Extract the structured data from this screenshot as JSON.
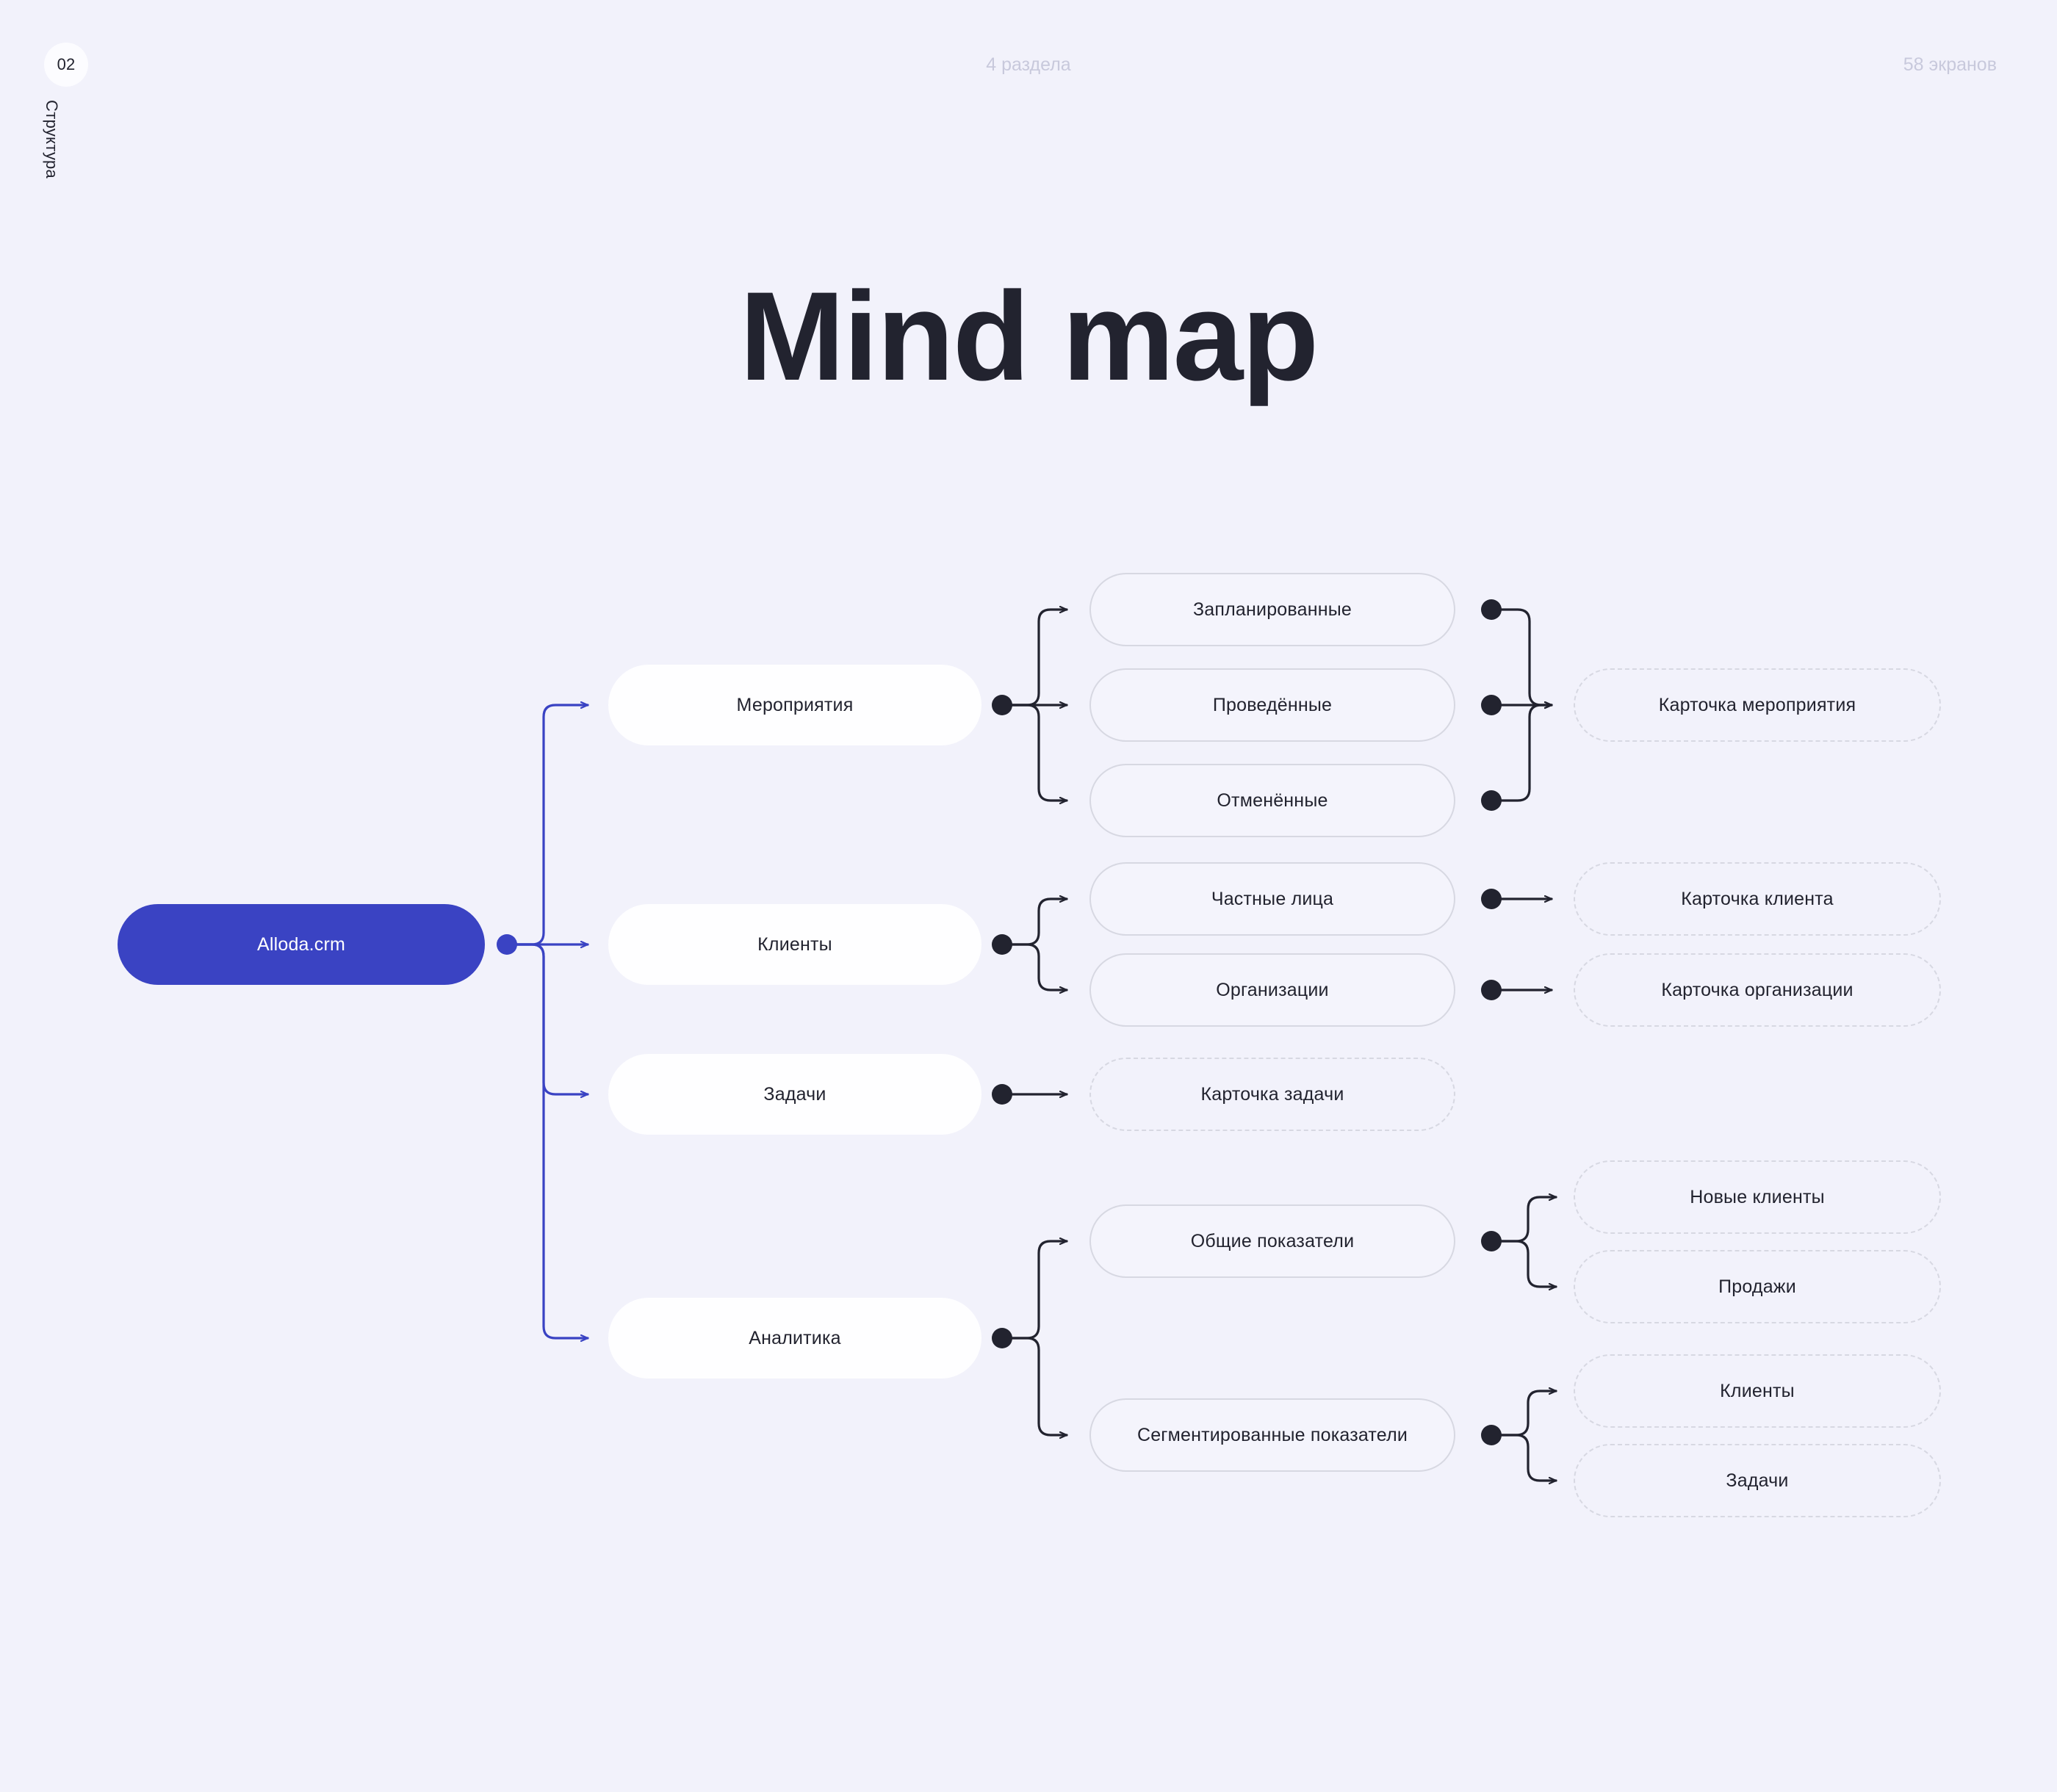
{
  "header": {
    "badge": "02",
    "side_label": "Структура",
    "center_note": "4 раздела",
    "right_note": "58 экранов"
  },
  "title": "Mind map",
  "colors": {
    "page_bg": "#f2f2fb",
    "root_blue": "#3a43c3",
    "ink": "#22232f",
    "muted": "#c8c9dc",
    "border": "#d7d8e2",
    "node_white": "#fefeff"
  },
  "mindmap": {
    "root": {
      "label": "Alloda.crm"
    },
    "nodes": {
      "meropriyatiya": "Мероприятия",
      "zaplanirovannye": "Запланированные",
      "provedennye": "Проведённые",
      "otmenennye": "Отменённые",
      "kartochka_meropriyatiya": "Карточка мероприятия",
      "klienty": "Клиенты",
      "chastnye_lica": "Частные лица",
      "organizacii": "Организации",
      "kartochka_klienta": "Карточка клиента",
      "kartochka_organizacii": "Карточка организации",
      "zadachi": "Задачи",
      "kartochka_zadachi": "Карточка задачи",
      "analitika": "Аналитика",
      "obshchie_pokazateli": "Общие показатели",
      "segmentirovannye_pokazateli": "Сегментированные показатели",
      "novye_klienty": "Новые клиенты",
      "prodazhi": "Продажи",
      "an_klienty": "Клиенты",
      "an_zadachi": "Задачи"
    }
  },
  "chart_data": {
    "type": "diagram",
    "title": "Mind map",
    "layout": "left-to-right tree",
    "levels": [
      "root",
      "section",
      "subsection",
      "screen"
    ],
    "tree": [
      {
        "label": "Alloda.crm",
        "level": "root",
        "children": [
          {
            "label": "Мероприятия",
            "level": "section",
            "children": [
              {
                "label": "Запланированные",
                "level": "subsection",
                "merges_to": "Карточка мероприятия"
              },
              {
                "label": "Проведённые",
                "level": "subsection",
                "merges_to": "Карточка мероприятия"
              },
              {
                "label": "Отменённые",
                "level": "subsection",
                "merges_to": "Карточка мероприятия"
              }
            ],
            "merged_child": {
              "label": "Карточка мероприятия",
              "level": "screen"
            }
          },
          {
            "label": "Клиенты",
            "level": "section",
            "children": [
              {
                "label": "Частные лица",
                "level": "subsection",
                "children": [
                  {
                    "label": "Карточка клиента",
                    "level": "screen"
                  }
                ]
              },
              {
                "label": "Организации",
                "level": "subsection",
                "children": [
                  {
                    "label": "Карточка организации",
                    "level": "screen"
                  }
                ]
              }
            ]
          },
          {
            "label": "Задачи",
            "level": "section",
            "children": [
              {
                "label": "Карточка задачи",
                "level": "screen"
              }
            ]
          },
          {
            "label": "Аналитика",
            "level": "section",
            "children": [
              {
                "label": "Общие показатели",
                "level": "subsection",
                "children": [
                  {
                    "label": "Новые клиенты",
                    "level": "screen"
                  },
                  {
                    "label": "Продажи",
                    "level": "screen"
                  }
                ]
              },
              {
                "label": "Сегментированные показатели",
                "level": "subsection",
                "children": [
                  {
                    "label": "Клиенты",
                    "level": "screen"
                  },
                  {
                    "label": "Задачи",
                    "level": "screen"
                  }
                ]
              }
            ]
          }
        ]
      }
    ]
  }
}
